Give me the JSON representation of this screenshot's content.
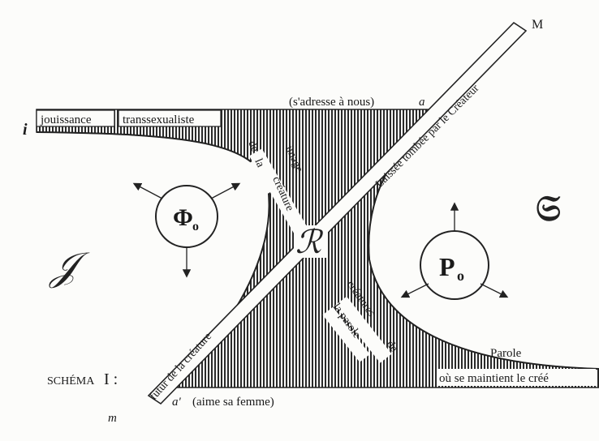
{
  "labels": {
    "corner_m_top": "M",
    "corner_i_left": "i",
    "corner_m_bottom": "m",
    "point_a": "a",
    "point_a_prime": "a'",
    "adresse": "(s'adresse à nous)",
    "aime": "(aime sa femme)",
    "jouissance": "jouissance",
    "transsexualiste": "transsexualiste",
    "image_de": "de",
    "image_la": "la",
    "image_image": "image",
    "image_creature": "créature",
    "laisse_tombe": "Laissée tombée par le Créateur",
    "futur": "futur de la créature",
    "creatures": "créatures",
    "de": "de",
    "la_parole": "la parole",
    "parole": "Parole",
    "maintient": "où se maintient le créé",
    "schema": "SCHÉMA",
    "schema_num": "I :",
    "phi_main": "Φ",
    "phi_sub": "o",
    "p_main": "P",
    "p_sub": "o",
    "script_I": "𝒥",
    "script_S": "𝔖",
    "script_R": "ℛ"
  }
}
